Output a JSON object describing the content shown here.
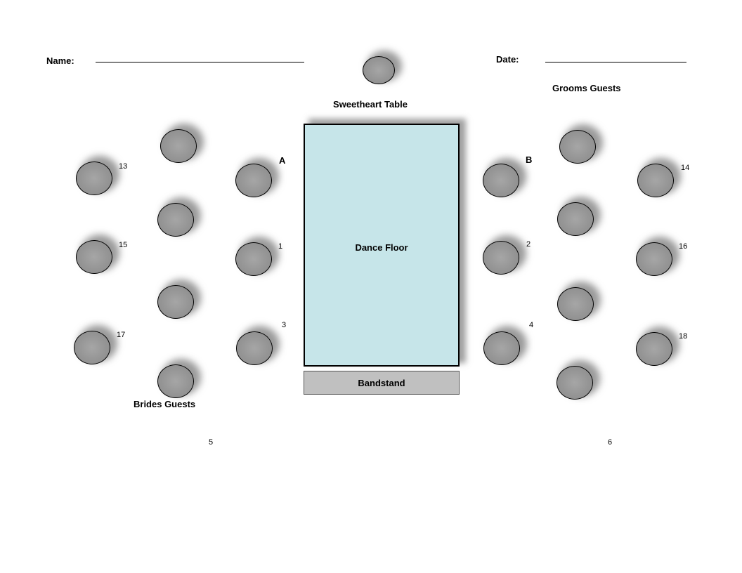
{
  "header": {
    "name_label": "Name:",
    "date_label": "Date:"
  },
  "labels": {
    "sweetheart_table": "Sweetheart Table",
    "grooms_guests": "Grooms Guests",
    "brides_guests": "Brides Guests",
    "dance_floor": "Dance Floor",
    "bandstand": "Bandstand"
  },
  "table_labels": {
    "A": "A",
    "B": "B",
    "t1": "1",
    "t2": "2",
    "t3": "3",
    "t4": "4",
    "t5": "5",
    "t6": "6",
    "t13": "13",
    "t14": "14",
    "t15": "15",
    "t16": "16",
    "t17": "17",
    "t18": "18"
  },
  "colors": {
    "dance_floor": "#c6e5e9",
    "bandstand": "#c0c0c0",
    "table_fill": "#959595"
  }
}
